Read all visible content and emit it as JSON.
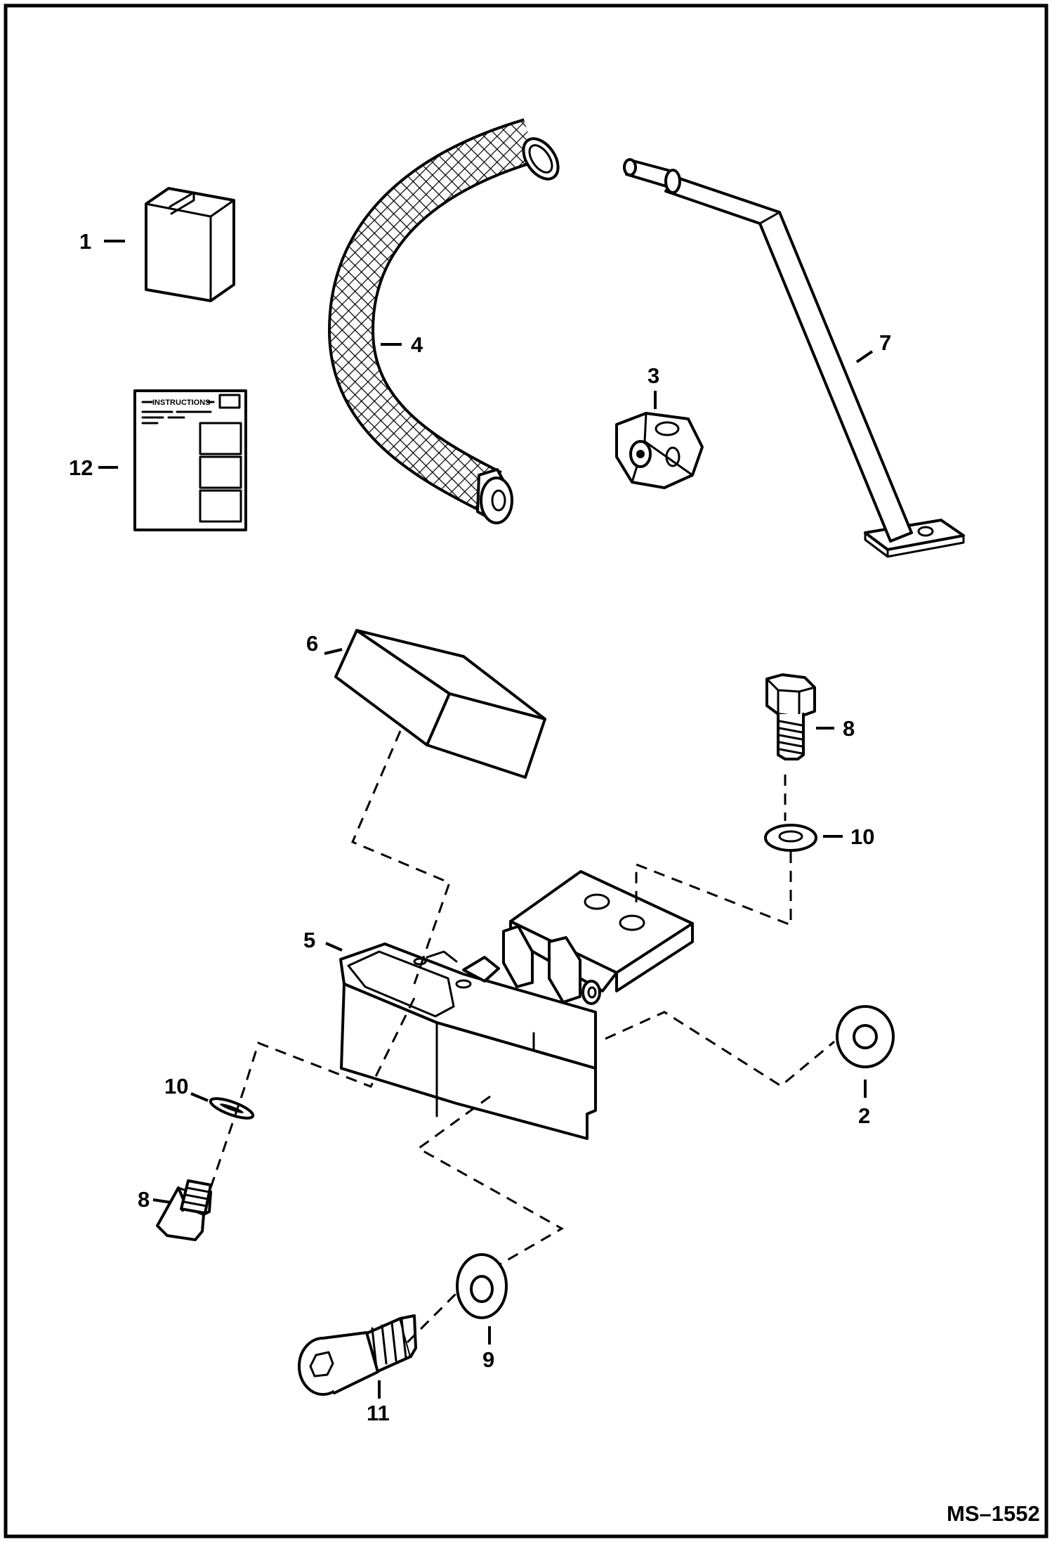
{
  "drawing_id": "MS–1552",
  "parts": {
    "p1": "1",
    "p2": "2",
    "p3": "3",
    "p4": "4",
    "p5": "5",
    "p6": "6",
    "p7": "7",
    "p8_right": "8",
    "p8_left": "8",
    "p9": "9",
    "p10_right": "10",
    "p10_left": "10",
    "p11": "11",
    "p12": "12"
  },
  "instructions_sheet": {
    "header": "INSTRUCTIONS"
  }
}
